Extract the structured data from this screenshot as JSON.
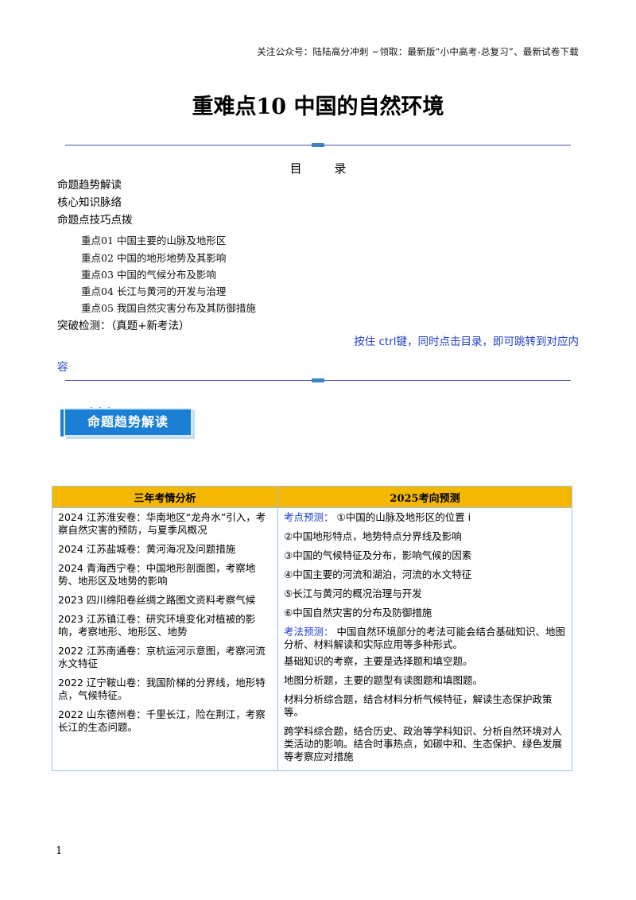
{
  "header_note": "关注公众号：陆陆高分冲刺 ~领取：最新版“小中高考-总复习”、最新试卷下载",
  "title": "重难点10 中国的自然环境",
  "toc": {
    "heading": "目 录",
    "main_items": [
      "命题趋势解读",
      "核心知识脉络",
      "命题点技巧点拨"
    ],
    "sub_items": [
      "重点01 中国主要的山脉及地形区",
      "重点02 中国的地形地势及其影响",
      "重点03 中国的气候分布及影响",
      "重点04 长江与黄河的开发与治理",
      "重点05 我国自然灾害分布及其防御措施"
    ],
    "breakthrough": "突破检测：（真题+新考法）"
  },
  "ctrl_note_line1": "按住 ctrl键，同时点击目录，即可跳转到对应内",
  "ctrl_note_line2": "容",
  "section_badge": "命题趋势解读",
  "table": {
    "headers": [
      "三年考情分析",
      "2025考向预测"
    ],
    "left_items": [
      "2024 江苏淮安卷：华南地区“龙舟水”引入，考察自然灾害的预防，与夏季风概况",
      "2024 江苏盐城卷：黄河海况及问题措施",
      "2024 青海西宁卷：中国地形剖面图，考察地势、地形区及地势的影响",
      "2023 四川绵阳卷丝绸之路图文资料考察气候",
      "2023 江苏镇江卷：研究环境变化对植被的影响，考察地形、地形区、地势",
      "2022 江苏南通卷：京杭运河示意图，考察河流水文特征",
      "2022 辽宁鞍山卷：我国阶梯的分界线，地形特点，气候特征。",
      "2022 山东德州卷：千里长江，险在荆江，考察长江的生态问题。"
    ],
    "right": {
      "point_label": "考点预测：",
      "point_first": "①中国的山脉及地形区的位置 i",
      "points": [
        "②中国地形特点，地势特点分界线及影响",
        "③中国的气候特征及分布，影响气候的因素",
        "④中国主要的河流和湖泊，河流的水文特征",
        "⑤长江与黄河的概况治理与开发",
        "⑥中国自然灾害的分布及防御措施"
      ],
      "method_label": "考法预测：",
      "method_first": "中国自然环境部分的考法可能会结合基础知识、地图分析、材料解读和实际应用等多种形式。",
      "methods": [
        "基础知识的考察，主要是选择题和填空题。",
        "地图分析题，主要的题型有读图题和填图题。",
        "材料分析综合题，结合材料分析气候特征，解读生态保护政策等。",
        "跨学科综合题，结合历史、政治等学科知识、分析自然环境对人类活动的影响。结合时事热点，如碳中和、生态保护、绿色发展等考察应对措施"
      ]
    }
  },
  "page_number": "1"
}
